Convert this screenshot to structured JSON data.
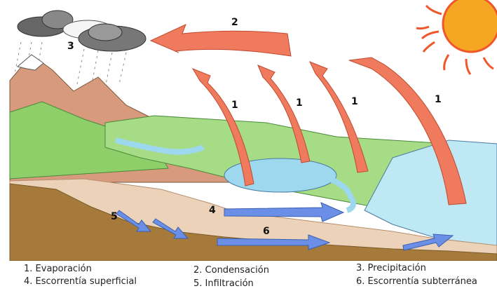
{
  "diagram": {
    "labels": {
      "evaporation_1": "1",
      "evaporation_2": "1",
      "evaporation_3": "1",
      "evaporation_4": "1",
      "condensation": "2",
      "precipitation": "3",
      "surface_runoff": "4",
      "infiltration": "5",
      "groundwater_runoff": "6"
    },
    "colors": {
      "sky": "#ffffff",
      "evaporation_arrow": "#f07a5e",
      "runoff_arrow": "#6b8fe6",
      "sun": "#f5a623",
      "sun_rays": "#f0572a",
      "water": "#9ed8ee",
      "grass": "#a6dc86",
      "soil": "#ecd2b8",
      "bedrock": "#a57a3a",
      "mountain": "#d89a7c",
      "cloud": "#7a7a7a"
    }
  },
  "legend": {
    "items": [
      "1. Evaporación",
      "2. Condensación",
      "3. Precipitación",
      "4. Escorrentía superficial",
      "5. Infiltración",
      "6. Escorrentía subterránea"
    ]
  }
}
